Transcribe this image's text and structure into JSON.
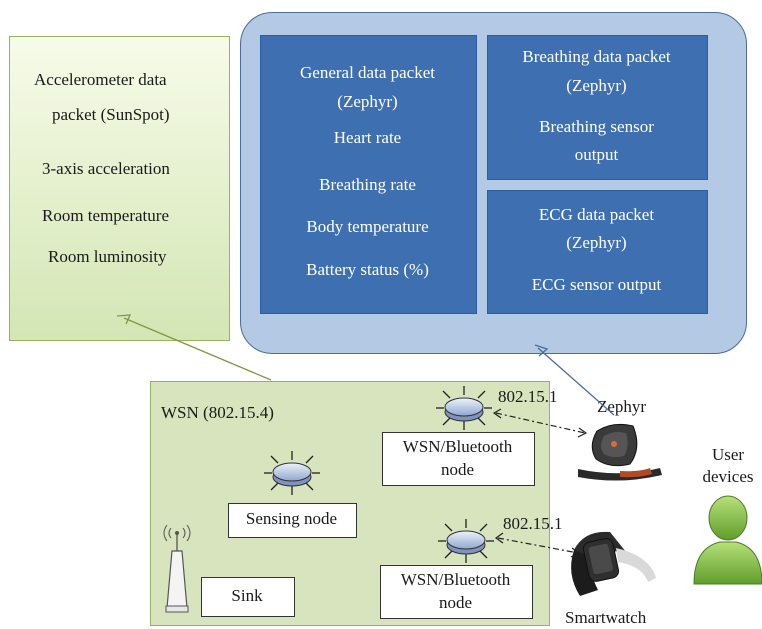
{
  "accelerometer": {
    "title_line1": "Accelerometer data",
    "title_line2": "packet (SunSpot)",
    "items": [
      "3-axis acceleration",
      "Room temperature",
      "Room luminosity"
    ]
  },
  "general_packet": {
    "title_line1": "General data packet",
    "title_line2": "(Zephyr)",
    "items": [
      "Heart rate",
      "Breathing rate",
      "Body temperature",
      "Battery status (%)"
    ]
  },
  "breathing_packet": {
    "title_line1": "Breathing data packet",
    "title_line2": "(Zephyr)",
    "content_line1": "Breathing sensor",
    "content_line2": "output"
  },
  "ecg_packet": {
    "title_line1": "ECG data packet",
    "title_line2": "(Zephyr)",
    "content": "ECG sensor output"
  },
  "wsn": {
    "label": "WSN (802.15.4)",
    "bluetooth_node_top": {
      "line1": "WSN/Bluetooth",
      "line2": "node"
    },
    "bluetooth_node_bottom": {
      "line1": "WSN/Bluetooth",
      "line2": "node"
    },
    "sensing_node": "Sensing node",
    "sink": "Sink",
    "protocol_top": "802.15.1",
    "protocol_bottom": "802.15.1"
  },
  "devices": {
    "zephyr": "Zephyr",
    "smartwatch": "Smartwatch",
    "user_line1": "User",
    "user_line2": "devices"
  }
}
